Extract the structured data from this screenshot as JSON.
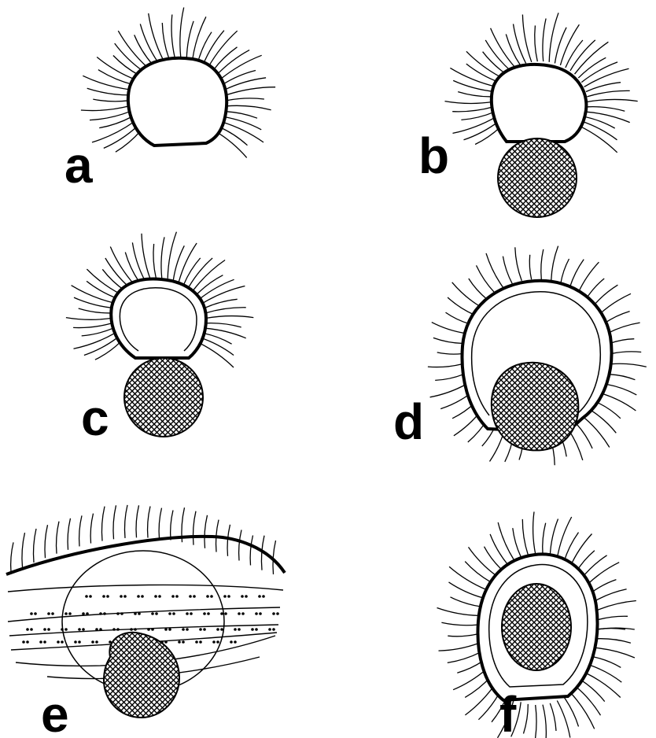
{
  "figure": {
    "colors": {
      "ink": "#000000",
      "background": "#ffffff"
    },
    "panels": [
      {
        "id": "a",
        "label": "a"
      },
      {
        "id": "b",
        "label": "b"
      },
      {
        "id": "c",
        "label": "c"
      },
      {
        "id": "d",
        "label": "d"
      },
      {
        "id": "e",
        "label": "e"
      },
      {
        "id": "f",
        "label": "f"
      }
    ]
  }
}
